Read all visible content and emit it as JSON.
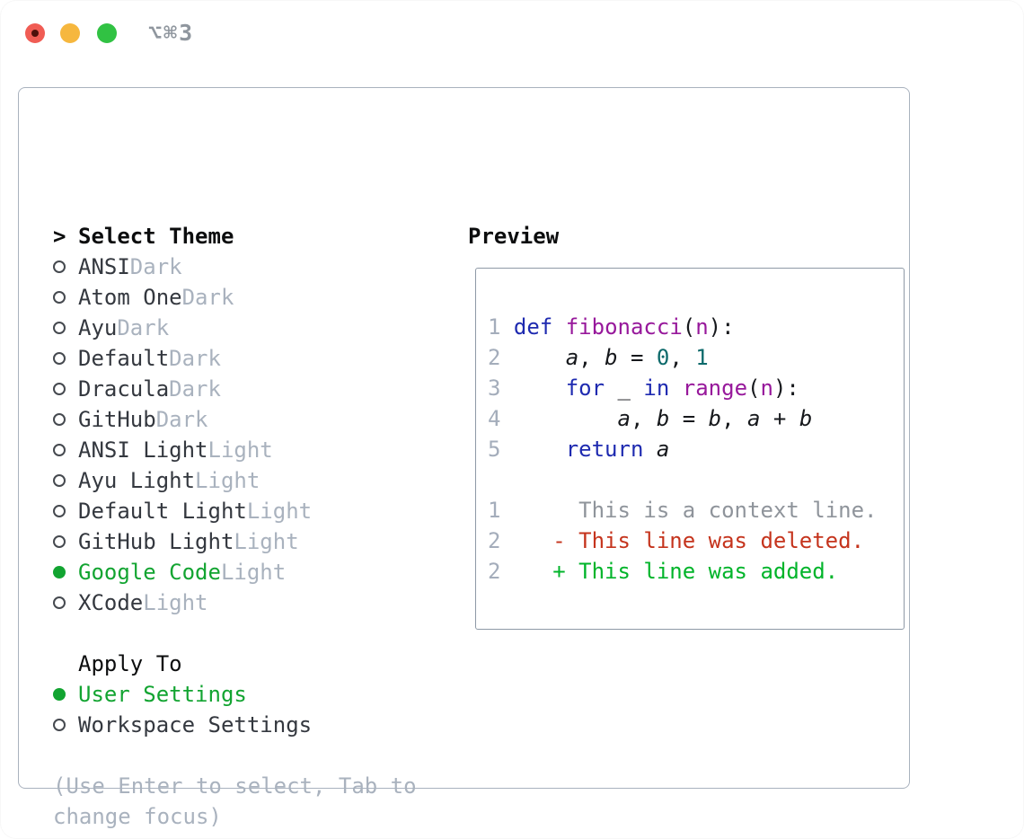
{
  "titlebar": {
    "shortcut": "⌥⌘3",
    "traffic_lights": [
      "close",
      "minimize",
      "zoom"
    ]
  },
  "theme_menu": {
    "header_marker": ">",
    "header": "Select Theme",
    "items": [
      {
        "name": "ANSI",
        "variant": "Dark",
        "selected": false
      },
      {
        "name": "Atom One",
        "variant": "Dark",
        "selected": false
      },
      {
        "name": "Ayu",
        "variant": "Dark",
        "selected": false
      },
      {
        "name": "Default",
        "variant": "Dark",
        "selected": false
      },
      {
        "name": "Dracula",
        "variant": "Dark",
        "selected": false
      },
      {
        "name": "GitHub",
        "variant": "Dark",
        "selected": false
      },
      {
        "name": "ANSI Light",
        "variant": "Light",
        "selected": false
      },
      {
        "name": "Ayu Light",
        "variant": "Light",
        "selected": false
      },
      {
        "name": "Default Light",
        "variant": "Light",
        "selected": false
      },
      {
        "name": "GitHub Light",
        "variant": "Light",
        "selected": false
      },
      {
        "name": "Google Code",
        "variant": "Light",
        "selected": true
      },
      {
        "name": "XCode",
        "variant": "Light",
        "selected": false
      }
    ]
  },
  "apply_to": {
    "header": "Apply To",
    "options": [
      {
        "name": "User Settings",
        "selected": true
      },
      {
        "name": "Workspace Settings",
        "selected": false
      }
    ]
  },
  "help_text": "(Use Enter to select, Tab to change focus)",
  "preview": {
    "title": "Preview",
    "lines": [
      [],
      [
        [
          "n",
          "1"
        ],
        [
          "p",
          " "
        ],
        [
          "k",
          "def"
        ],
        [
          "p",
          " "
        ],
        [
          "f",
          "fibonacci"
        ],
        [
          "p",
          "("
        ],
        [
          "f",
          "n"
        ],
        [
          "p",
          "):"
        ]
      ],
      [
        [
          "n",
          "2"
        ],
        [
          "p",
          "     "
        ],
        [
          "v",
          "a"
        ],
        [
          "p",
          ", "
        ],
        [
          "v",
          "b"
        ],
        [
          "p",
          " = "
        ],
        [
          "l",
          "0"
        ],
        [
          "p",
          ", "
        ],
        [
          "l",
          "1"
        ]
      ],
      [
        [
          "n",
          "3"
        ],
        [
          "p",
          "     "
        ],
        [
          "k",
          "for"
        ],
        [
          "p",
          " "
        ],
        [
          "v",
          "_"
        ],
        [
          "p",
          " "
        ],
        [
          "k",
          "in"
        ],
        [
          "p",
          " "
        ],
        [
          "f",
          "range"
        ],
        [
          "p",
          "("
        ],
        [
          "f",
          "n"
        ],
        [
          "p",
          "):"
        ]
      ],
      [
        [
          "n",
          "4"
        ],
        [
          "p",
          "         "
        ],
        [
          "v",
          "a"
        ],
        [
          "p",
          ", "
        ],
        [
          "v",
          "b"
        ],
        [
          "p",
          " = "
        ],
        [
          "v",
          "b"
        ],
        [
          "p",
          ", "
        ],
        [
          "v",
          "a"
        ],
        [
          "p",
          " + "
        ],
        [
          "v",
          "b"
        ]
      ],
      [
        [
          "n",
          "5"
        ],
        [
          "p",
          "     "
        ],
        [
          "k",
          "return"
        ],
        [
          "p",
          " "
        ],
        [
          "v",
          "a"
        ]
      ],
      [],
      [
        [
          "n",
          "1"
        ],
        [
          "p",
          "      "
        ],
        [
          "c",
          "This is a context line."
        ]
      ],
      [
        [
          "n",
          "2"
        ],
        [
          "p",
          "    "
        ],
        [
          "d",
          "- This line was deleted."
        ]
      ],
      [
        [
          "n",
          "2"
        ],
        [
          "p",
          "    "
        ],
        [
          "a",
          "+ This line was added."
        ]
      ],
      []
    ]
  },
  "colors": {
    "selection_green": "#12a431",
    "variant_gray": "#a9b2be",
    "panel_border": "#a9b2be",
    "preview_border": "#8e99a6",
    "keyword_blue": "#1e2ab0",
    "function_purple": "#97189b",
    "number_teal": "#0d6a6b",
    "diff_deleted_red": "#c5341d",
    "diff_added_green": "#00b42a",
    "traffic_red": "#f05c54",
    "traffic_yellow": "#f6b73e",
    "traffic_green": "#31c243"
  }
}
